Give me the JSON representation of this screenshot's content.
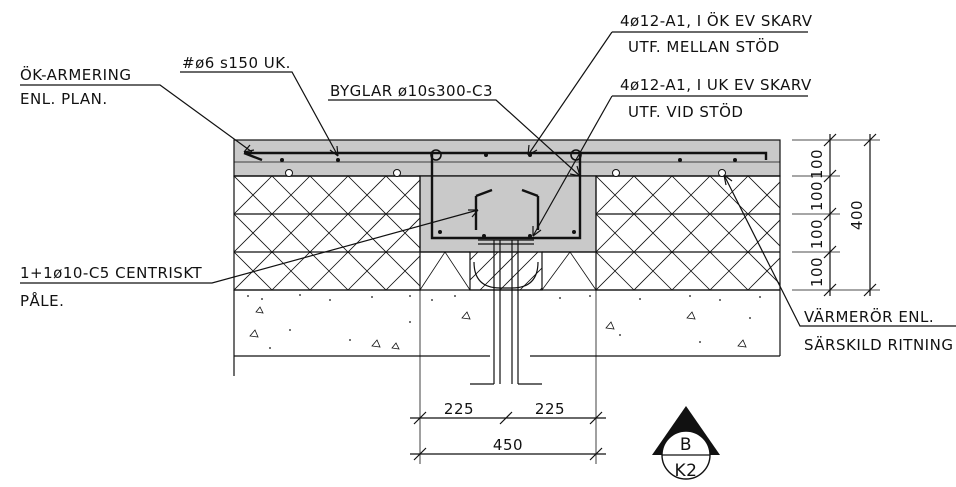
{
  "labels": {
    "ok_armering_1": "ÖK-ARMERING",
    "ok_armering_2": "ENL. PLAN.",
    "mesh": "#ø6 s150 UK.",
    "byglar": "BYGLAR ø10s300-C3",
    "top_bars_1": "4ø12-A1, I ÖK EV SKARV",
    "top_bars_2": "UTF. MELLAN STÖD",
    "bottom_bars_1": "4ø12-A1, I UK EV SKARV",
    "bottom_bars_2": "UTF. VID STÖD",
    "pile_1": "1+1ø10-C5 CENTRISKT",
    "pile_2": "PÅLE.",
    "pipes_1": "VÄRMERÖR ENL.",
    "pipes_2": "SÄRSKILD RITNING"
  },
  "dimensions": {
    "d1": "100",
    "d2": "100",
    "d3": "100",
    "d4": "100",
    "total_height": "400",
    "half_left": "225",
    "half_right": "225",
    "total_width": "450"
  },
  "section_marker": {
    "letter": "B",
    "sheet": "K2"
  }
}
